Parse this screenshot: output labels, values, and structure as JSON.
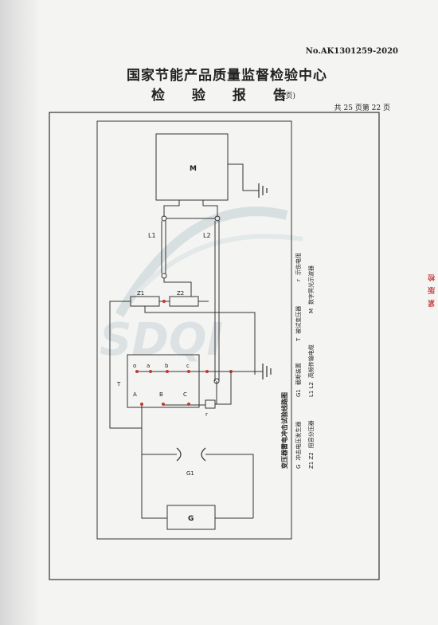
{
  "header": {
    "report_no": "No.AK1301259-2020",
    "title": "国家节能产品质量监督检验中心",
    "subtitle": "检 验 报 告",
    "subtitle_note": "(续页)",
    "page_info": "共 25 页第 22 页"
  },
  "side_mark": "紧 版 检",
  "watermark": "SDQI",
  "diagram": {
    "title": "变压器雷电冲击试验线路图",
    "labels": {
      "M": "M",
      "L1": "L1",
      "L2": "L2",
      "Z1": "Z1",
      "Z2": "Z2",
      "T": "T",
      "o": "o",
      "a": "a",
      "b": "b",
      "c": "c",
      "A": "A",
      "B": "B",
      "C": "C",
      "r": "r",
      "G1": "G1",
      "G": "G"
    },
    "legend": [
      {
        "sym": "G",
        "text": "冲击电压发生器"
      },
      {
        "sym": "G1",
        "text": "截断装置"
      },
      {
        "sym": "T",
        "text": "被试变压器"
      },
      {
        "sym": "r",
        "text": "示伤电阻"
      },
      {
        "sym": "Z1 Z2",
        "text": "阻容分压器"
      },
      {
        "sym": "L1 L2",
        "text": "高频传输电缆"
      },
      {
        "sym": "M",
        "text": "数字冥光示波器"
      }
    ]
  }
}
